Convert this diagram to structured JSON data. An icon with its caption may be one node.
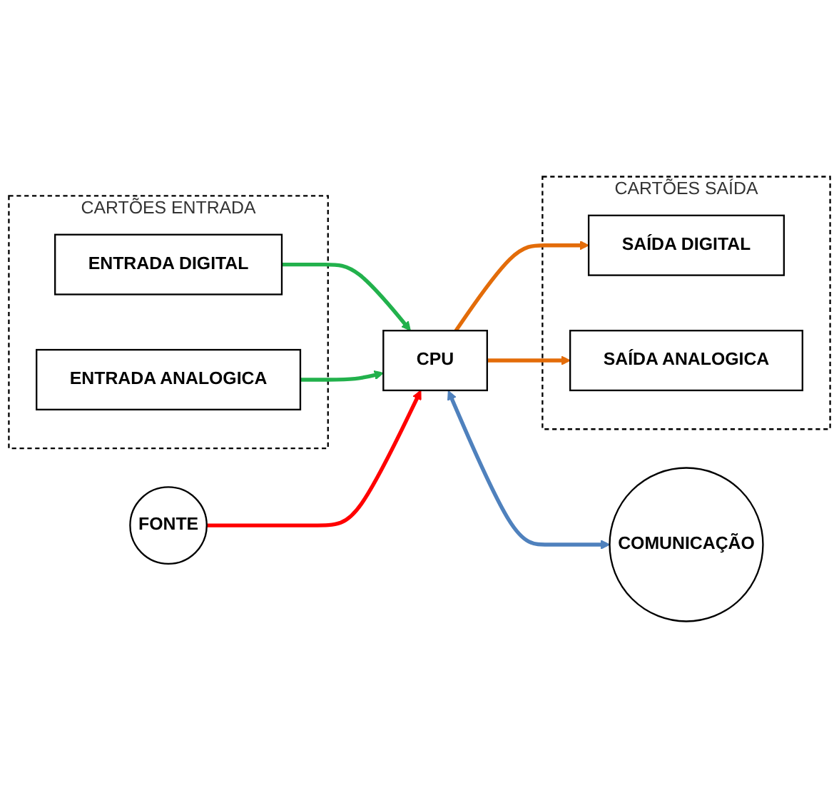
{
  "diagram": {
    "nodes": [
      {
        "text": [
          "CARTÕES ENTRADA"
        ]
      },
      {
        "text": [
          "ENTRADA DIGITAL"
        ],
        "in": 0
      },
      {
        "text": [
          "ENTRADA ANALOGICA"
        ],
        "in": 0
      },
      {
        "text": [
          "CPU"
        ]
      },
      {
        "text": [
          "COMUNICAÇÃO"
        ]
      },
      {
        "text": [
          "CARTÕES SAÍDA"
        ]
      },
      {
        "text": [
          "SAÍDA DIGITAL"
        ],
        "in": 5
      },
      {
        "text": [
          "SAÍDA ANALOGICA"
        ],
        "in": 5
      },
      {
        "text": [
          "FONTE"
        ]
      }
    ],
    "edges": [
      {
        "from": 1,
        "to": 3,
        "arrow": "to",
        "color": "#22b14c"
      },
      {
        "from": 2,
        "to": 3,
        "arrow": "to",
        "color": "#22b14c"
      },
      {
        "from": 3,
        "to": 6,
        "arrow": "to",
        "color": "#e36c09"
      },
      {
        "from": 3,
        "to": 7,
        "arrow": "to",
        "color": "#e36c09"
      },
      {
        "from": 3,
        "to": 4,
        "arrow": "both",
        "color": "#4f81bd"
      },
      {
        "from": 8,
        "to": 3,
        "arrow": "to",
        "color": "#ff0000"
      }
    ]
  }
}
